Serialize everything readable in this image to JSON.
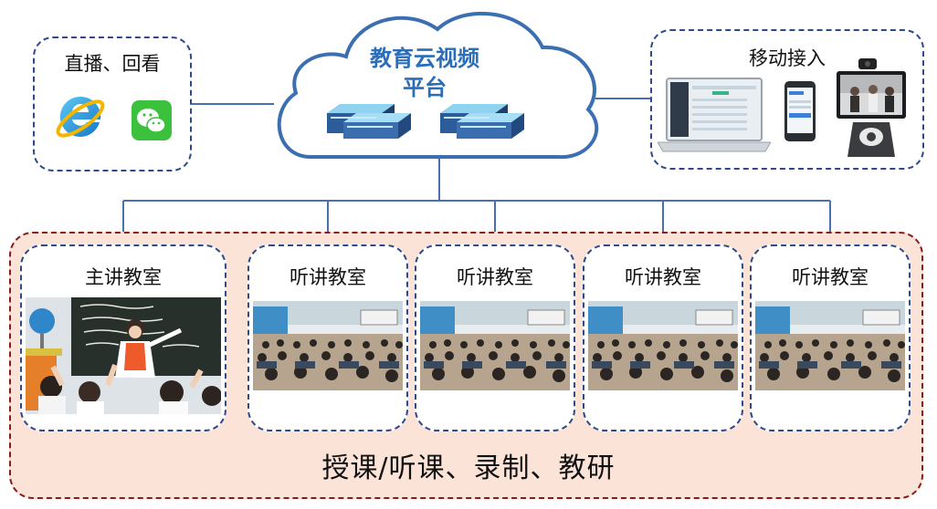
{
  "cloud": {
    "title": "教育云视频平台",
    "title_line1": "教育云视频",
    "title_line2": "平台",
    "server_icons": [
      "server-rack-icon",
      "server-rack-icon"
    ]
  },
  "live_box": {
    "title": "直播、回看",
    "icons": [
      "ie-browser-icon",
      "wechat-icon"
    ]
  },
  "mobile_box": {
    "title": "移动接入",
    "devices": [
      "laptop-icon",
      "phone-icon",
      "video-terminal-icon"
    ]
  },
  "classrooms": [
    {
      "title": "主讲教室",
      "kind": "main"
    },
    {
      "title": "听讲教室",
      "kind": "listen"
    },
    {
      "title": "听讲教室",
      "kind": "listen"
    },
    {
      "title": "听讲教室",
      "kind": "listen"
    },
    {
      "title": "听讲教室",
      "kind": "listen"
    }
  ],
  "footer": "授课/听课、录制、教研",
  "colors": {
    "line": "#4a6fb5",
    "cloud_border": "#3b6fb0",
    "dashed_border": "#2e4a8a",
    "zone_fill": "#fbe3d8",
    "zone_border": "#8b1a1a",
    "cloud_text": "#2a6db8"
  }
}
